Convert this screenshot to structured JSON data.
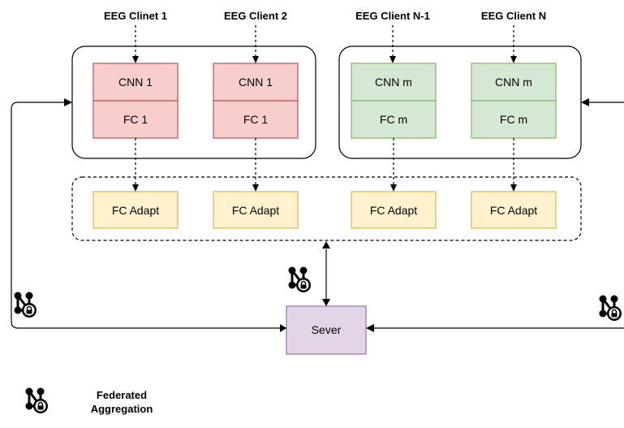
{
  "clients": [
    {
      "header": "EEG Clinet 1",
      "cnn": "CNN 1",
      "fc": "FC 1",
      "adapt": "FC Adapt"
    },
    {
      "header": "EEG Client 2",
      "cnn": "CNN 1",
      "fc": "FC 1",
      "adapt": "FC Adapt"
    },
    {
      "header": "EEG Client N-1",
      "cnn": "CNN m",
      "fc": "FC m",
      "adapt": "FC Adapt"
    },
    {
      "header": "EEG Client N",
      "cnn": "CNN m",
      "fc": "FC m",
      "adapt": "FC Adapt"
    }
  ],
  "server": {
    "label": "Sever"
  },
  "legend": {
    "line1": "Federated",
    "line2": "Aggregation",
    "icon": "federated-aggregation-icon"
  },
  "colors": {
    "red_fill": "#f8cecc",
    "red_stroke": "#b85450",
    "green_fill": "#d5e8d4",
    "green_stroke": "#82b366",
    "yellow_fill": "#fff2cc",
    "yellow_stroke": "#d6b656",
    "purple_fill": "#e1d5e7",
    "purple_stroke": "#9673a6"
  }
}
